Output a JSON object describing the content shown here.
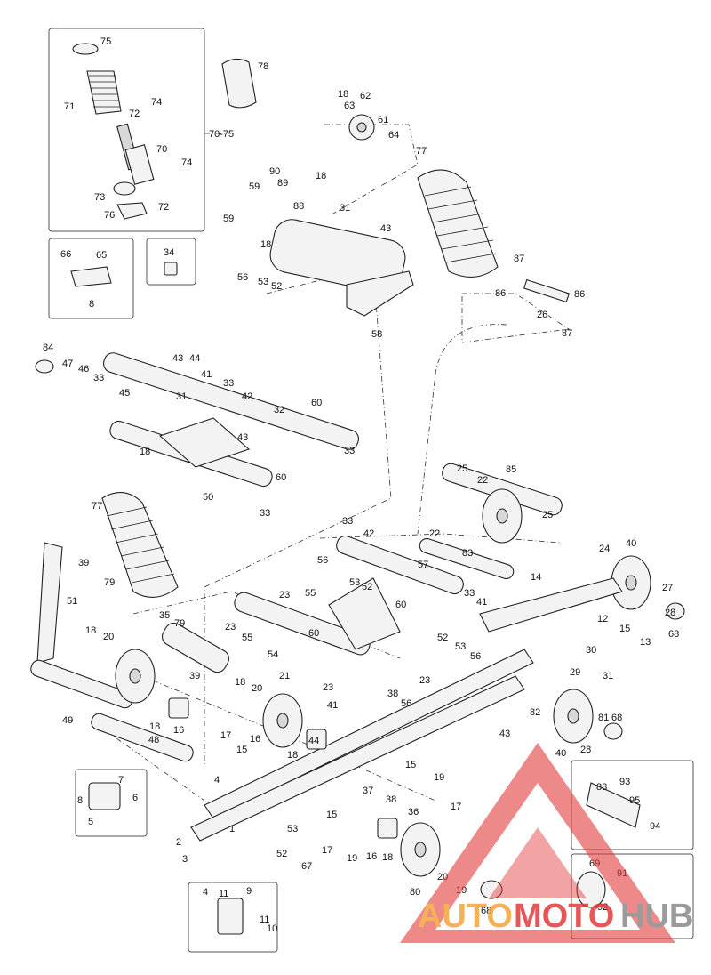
{
  "diagram": {
    "callouts": [
      "75",
      "78",
      "71",
      "74",
      "72",
      "70",
      "70-75",
      "74",
      "73",
      "72",
      "76",
      "18",
      "63",
      "62",
      "61",
      "64",
      "77",
      "90",
      "18",
      "59",
      "89",
      "88",
      "31",
      "59",
      "43",
      "18",
      "56",
      "53",
      "52",
      "58",
      "66",
      "65",
      "8",
      "34",
      "87",
      "86",
      "26",
      "86",
      "87",
      "84",
      "47",
      "46",
      "33",
      "45",
      "43",
      "44",
      "41",
      "33",
      "42",
      "31",
      "32",
      "60",
      "18",
      "43",
      "33",
      "50",
      "60",
      "33",
      "77",
      "39",
      "79",
      "51",
      "25",
      "22",
      "85",
      "25",
      "33",
      "42",
      "22",
      "83",
      "57",
      "56",
      "53",
      "52",
      "24",
      "40",
      "14",
      "27",
      "23",
      "55",
      "28",
      "68",
      "33",
      "41",
      "12",
      "35",
      "79",
      "60",
      "15",
      "13",
      "23",
      "55",
      "54",
      "60",
      "52",
      "53",
      "56",
      "30",
      "29",
      "31",
      "23",
      "18",
      "20",
      "39",
      "23",
      "21",
      "38",
      "56",
      "18",
      "20",
      "82",
      "49",
      "18",
      "16",
      "41",
      "44",
      "43",
      "81",
      "68",
      "17",
      "15",
      "16",
      "18",
      "28",
      "40",
      "48",
      "4",
      "15",
      "19",
      "7",
      "37",
      "38",
      "36",
      "8",
      "6",
      "88",
      "93",
      "5",
      "1",
      "15",
      "17",
      "95",
      "94",
      "53",
      "52",
      "67",
      "17",
      "19",
      "16",
      "18",
      "2",
      "3",
      "20",
      "69",
      "91",
      "19",
      "80",
      "92",
      "68",
      "4",
      "11",
      "9",
      "11",
      "10"
    ],
    "brand": {
      "logo_part1": "AUTO",
      "logo_part2": "MOTO",
      "logo_part3": "HUB"
    }
  },
  "colors": {
    "line": "#222222",
    "logo_red": "#e23a3a",
    "logo_orange": "#f4a43a",
    "logo_gray": "#8a8a8a"
  }
}
